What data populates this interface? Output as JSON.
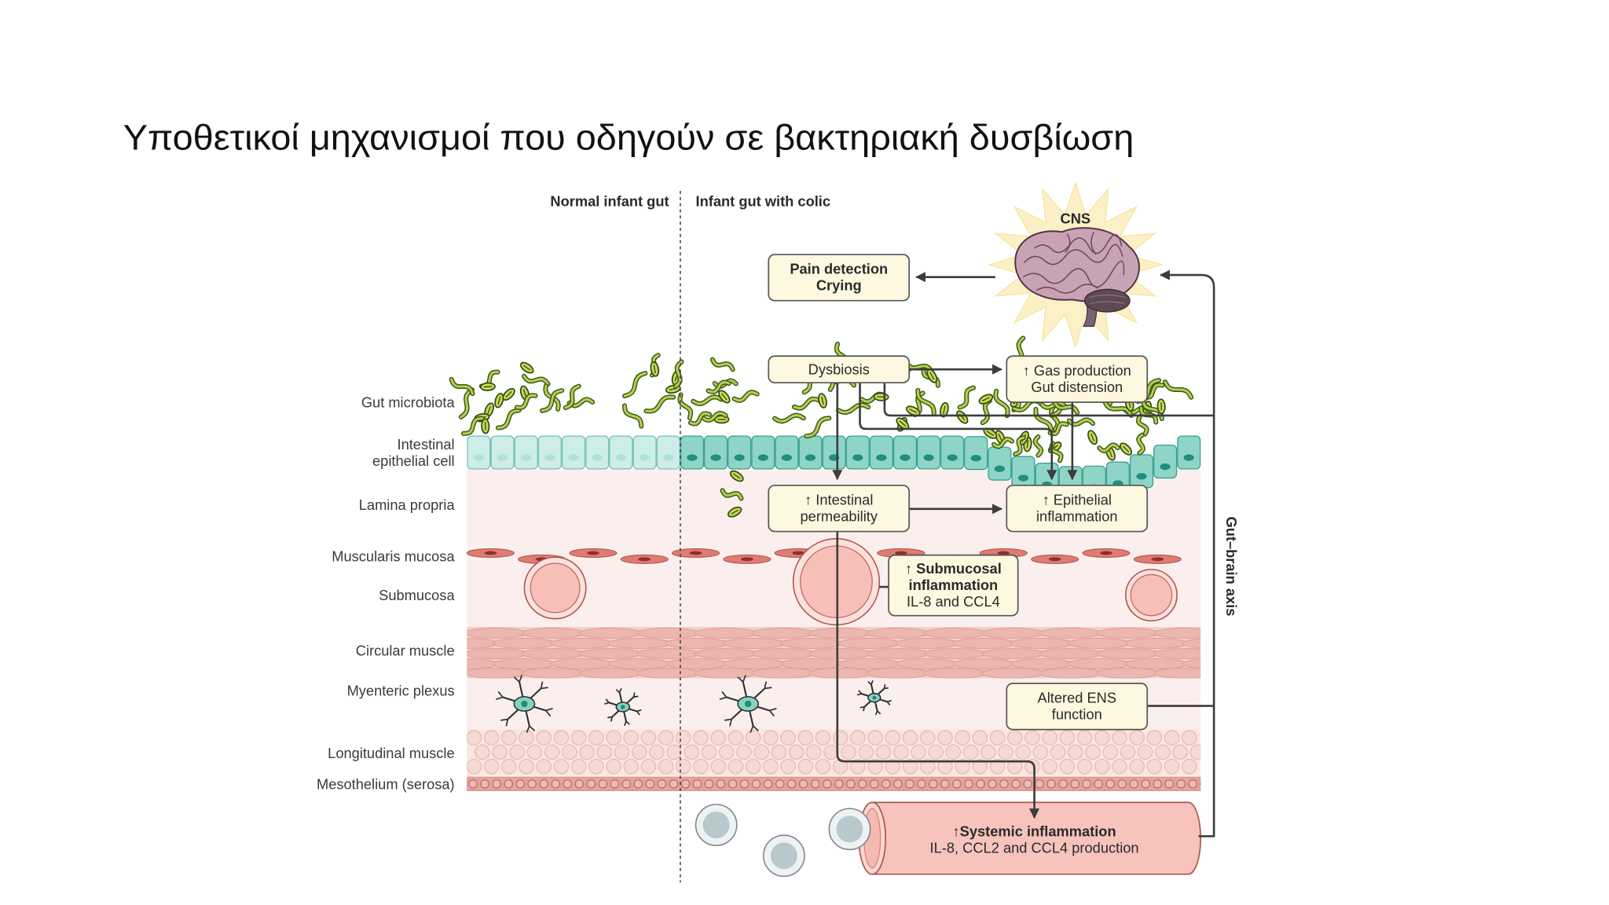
{
  "slide": {
    "title": "Υποθετικοί μηχανισμοί που οδηγούν σε βακτηριακή δυσβίωση"
  },
  "diagram": {
    "column_headers": {
      "normal": "Normal infant gut",
      "colic": "Infant gut with colic"
    },
    "layer_labels": {
      "gut_microbiota": "Gut microbiota",
      "epithelial_cell": [
        "Intestinal",
        "epithelial cell"
      ],
      "lamina_propria": "Lamina propria",
      "muscularis_mucosa": "Muscularis mucosa",
      "submucosa": "Submucosa",
      "circular_muscle": "Circular muscle",
      "myenteric_plexus": "Myenteric plexus",
      "longitudinal_muscle": "Longitudinal muscle",
      "mesothelium": "Mesothelium (serosa)"
    },
    "cns_label": "CNS",
    "axis_label": "Gut–brain axis",
    "boxes": {
      "pain": [
        "Pain detection",
        "Crying"
      ],
      "dysbiosis": "Dysbiosis",
      "gas": [
        "↑ Gas production",
        "Gut distension"
      ],
      "permeability": [
        "↑ Intestinal",
        "permeability"
      ],
      "epithelial_inflammation": [
        "↑ Epithelial",
        "inflammation"
      ],
      "submucosal_inflammation": [
        "↑ Submucosal",
        "inflammation",
        "IL-8 and CCL4"
      ],
      "altered_ens": [
        "Altered ENS",
        "function"
      ],
      "systemic_inflammation": [
        "↑Systemic inflammation",
        "IL-8, CCL2 and CCL4 production"
      ]
    }
  },
  "colors": {
    "box_fill": "#fdf8df",
    "box_stroke": "#555555",
    "arrow": "#3d3d3d",
    "epithelium_normal": "#cdeee8",
    "epithelium_colic": "#8ed5c8",
    "bacteria": "#b7cf52",
    "tissue": "#fbefed",
    "vessel": "#f6c0b9"
  }
}
